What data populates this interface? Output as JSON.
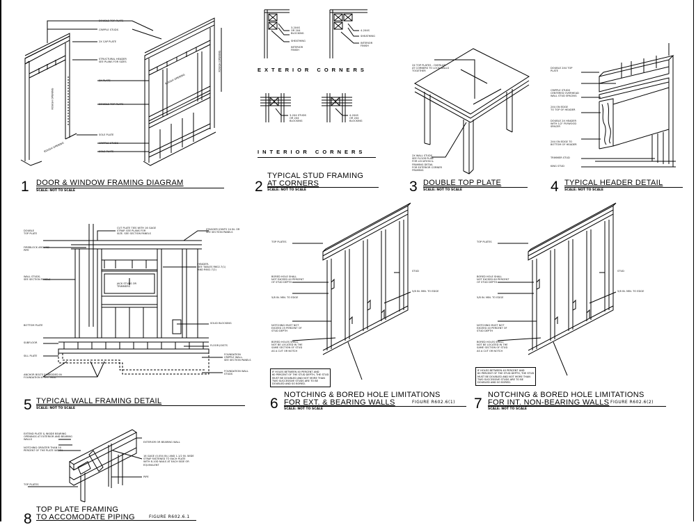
{
  "details": [
    {
      "number": "1",
      "title": "DOOR & WINDOW FRAMING DIAGRAM",
      "scale": "SCALE: NOT TO SCALE",
      "labels": [
        "DOUBLE TOP PLATE",
        "CRIPPLE STUDS",
        "2X CAP PLATE",
        "STRUCTURAL HEADER\nSEE PLANS FOR SIZES",
        "2X PLATE",
        "DOUBLE TOP PLATE",
        "SOLE PLATE",
        "CRIPPLE STUDS",
        "SOLE PLATE"
      ],
      "dims": [
        "ROUGH OPENING",
        "ROUGH OPENING",
        "ROUGH OPENING",
        "ROUGH OPENING"
      ]
    },
    {
      "number": "2",
      "title_line1": "TYPICAL STUD FRAMING",
      "title_line2": "AT CORNERS",
      "scale": "SCALE: NOT TO SCALE",
      "caption_exterior": "EXTERIOR CORNERS",
      "caption_interior": "INTERIOR CORNERS",
      "labels": [
        "3-2X4S\nOR 2X4\nBLOCKING",
        "SHEATHING",
        "INTERIOR\nFINISH",
        "4-2X4S",
        "SHEATHING",
        "INTERIOR\nFINISH",
        "3-2X4 STUDS\nOR 2X4\nBLOCKING",
        "4-2X4S\nOR 2X4\nBLOCKING"
      ]
    },
    {
      "number": "3",
      "title": "DOUBLE TOP PLATE",
      "scale": "SCALE: NOT TO SCALE",
      "labels": [
        "2X TOP PLATES - OVERLAP\nAT CORNERS TO LOCK WALLS\nTOGETHER",
        "2X WALL STUDS\nSEE FLOOR PLAN\nFOR LOCATION &\nFRAMING DETAIL\nFOR EXTERIOR CORNER\nFRAMING"
      ]
    },
    {
      "number": "4",
      "title": "TYPICAL HEADER DETAIL",
      "scale": "SCALE: NOT TO SCALE",
      "labels": [
        "DOUBLE 2X4 TOP\nPLATE",
        "CRIPPLE STUDS\nCENTERED OVERHEAD\nWALL STUD SPACING",
        "2X4 ON EDGE\nTO TOP OF HEADER",
        "DOUBLE 2X HEADER\nWITH 1/2\" PLYWOOD\nSPACER",
        "2X4 ON EDGE TO\nBOTTOM OF HEADER",
        "TRIMMER STUD",
        "KING STUD"
      ]
    },
    {
      "number": "5",
      "title": "TYPICAL WALL FRAMING DETAIL",
      "scale": "SCALE: NOT TO SCALE",
      "labels": [
        "DOUBLE\nTOP PLATE",
        "FIREBLOCK AROUND\nPIPE",
        "WALL STUDS-\nSEE SECTION PANELS",
        "BOTTOM PLATE",
        "SUBFLOOR",
        "SILL PLATE",
        "ANCHOR BOLTS EMBEDDED IN\nFOUNDATION 6' O.C. MAX.",
        "CUT PLATE TIES WITH 16 GAGE\nSTRAP. SEE PLANS FOR\nSIZE. SEE SECTION PANELS",
        "STAGGER JOINTS 24 IN. OR\nSEE SECTION PANELS",
        "HEADER-\nSEE TABLES R602.7(1)\nAND R602.7(2)",
        "JACK STUDS OR\nTRIMMERS",
        "SOLID BLOCKING",
        "FLOOR JOISTS",
        "FOUNDATION\nCRIPPLE WALL-\nSEE SECTION PANELS",
        "FOUNDATION WALL\nSTUDS"
      ]
    },
    {
      "number": "6",
      "title_line1": "NOTCHING & BORED HOLE LIMITATIONS",
      "title_line2": "FOR EXT. & BEARING WALLS",
      "figure": "FIGURE R602.6(1)",
      "scale": "SCALE: NOT TO SCALE",
      "labels": [
        "TOP PLATES",
        "BORED HOLE SHALL\nNOT EXCEED 40 PERCENT\nOF STUD DEPTH",
        "5/8 IN. MIN. TO EDGE",
        "NOTCHING MUST NOT\nEXCEED 25 PERCENT OF\nSTUD DEPTH",
        "BORED HOLES SHALL\nNOT BE LOCATED IN THE\nSAME SECTION OF STUD\nAS A CUT OR NOTCH",
        "STUD",
        "5/8 IN. MIN. TO EDGE"
      ],
      "boxed_note": "IF HOLES BETWEEN 40 PERCENT AND\n60 PERCENT OF THE STUD DEPTH, THE STUD\nMUST BE DOUBLED AND NOT MORE THAN\nTWO SUCCESSIVE STUDS ARE TO BE\nDOUBLED AND SO BORED."
    },
    {
      "number": "7",
      "title_line1": "NOTCHING & BORED HOLE LIMITATIONS",
      "title_line2": "FOR INT. NON-BEARING WALLS",
      "figure": "FIGURE R602.6(2)",
      "scale": "SCALE: NOT TO SCALE",
      "labels": [
        "TOP PLATES",
        "BORED HOLE SHALL\nNOT EXCEED 60 PERCENT\nOF STUD DEPTH",
        "5/8 IN. MIN. TO EDGE",
        "NOTCHING MUST NOT\nEXCEED 40 PERCENT OF\nSTUD DEPTH",
        "BORED HOLES SHALL\nNOT BE LOCATED IN THE\nSAME SECTION OF STUD\nAS A CUT OR NOTCH",
        "STUD",
        "5/8 IN. MIN. TO EDGE"
      ],
      "boxed_note": "IF HOLES BETWEEN 40 PERCENT AND\n60 PERCENT OF THE STUD DEPTH, THE STUD\nMUST BE DOUBLED AND NOT MORE THAN\nTWO SUCCESSIVE STUDS ARE TO BE\nDOUBLED AND SO BORED."
    },
    {
      "number": "8",
      "title_line1": "TOP PLATE FRAMING",
      "title_line2": "TO ACCOMODATE PIPING",
      "figure": "FIGURE R602.6.1",
      "labels": [
        "EXTEND PLATE & INSIDE BEARING\nOPENINGS AT EXTERIOR AND BEARING\nWALLS",
        "NOTCHING GREATER THAN 50\nPERCENT OF THE PLATE WIDTH",
        "TOP PLATES",
        "EXTERIOR OR BEARING WALL",
        "16 GAGE (0.054 IN.) AND 1-1/2 IN. WIDE\nSTRAP FASTENED TO EACH PLATE\nWITH 8-10D NAILS AT EACH SIDE OR\nEQUIVALENT",
        "PIPE"
      ]
    }
  ]
}
